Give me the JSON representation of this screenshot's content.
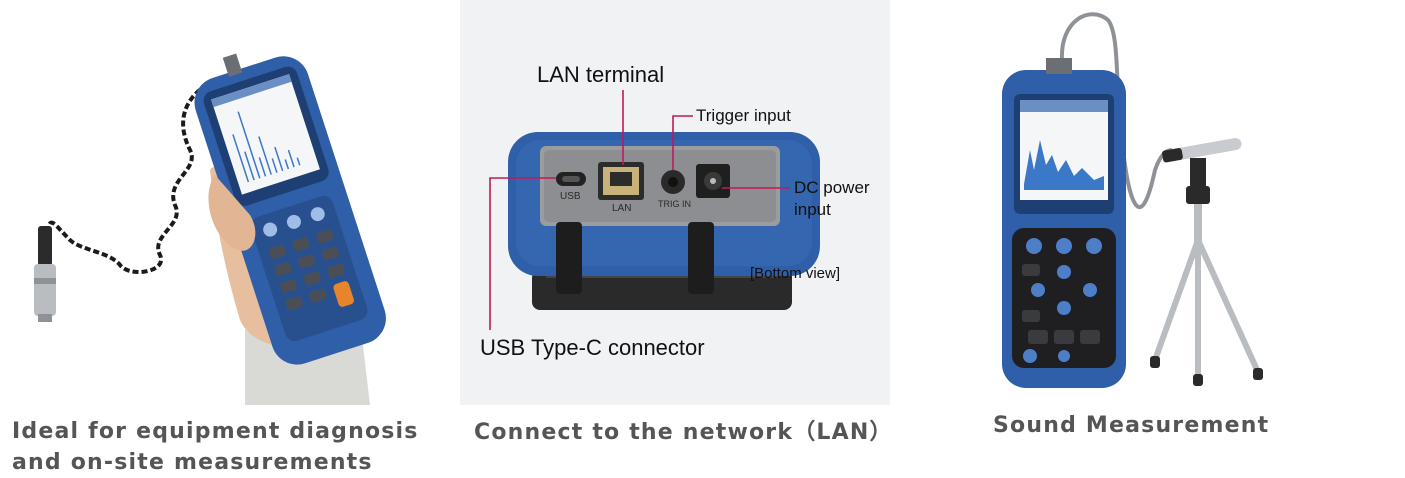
{
  "captions": {
    "left": [
      "Ideal for equipment diagnosis",
      "and on-site measurements"
    ],
    "middle": "Connect to the network（LAN）",
    "right": "Sound Measurement"
  },
  "callouts": {
    "lan_terminal": "LAN terminal",
    "trigger_input": "Trigger input",
    "dc_power_input": "DC power input",
    "bottom_view": "[Bottom view]",
    "usb_connector": "USB Type-C connector"
  },
  "port_labels": {
    "usb": "USB",
    "lan": "LAN",
    "trig": "TRIG IN"
  },
  "colors": {
    "device_blue": "#2f5fa8",
    "leader_line": "#c2185b",
    "caption": "#555555"
  }
}
